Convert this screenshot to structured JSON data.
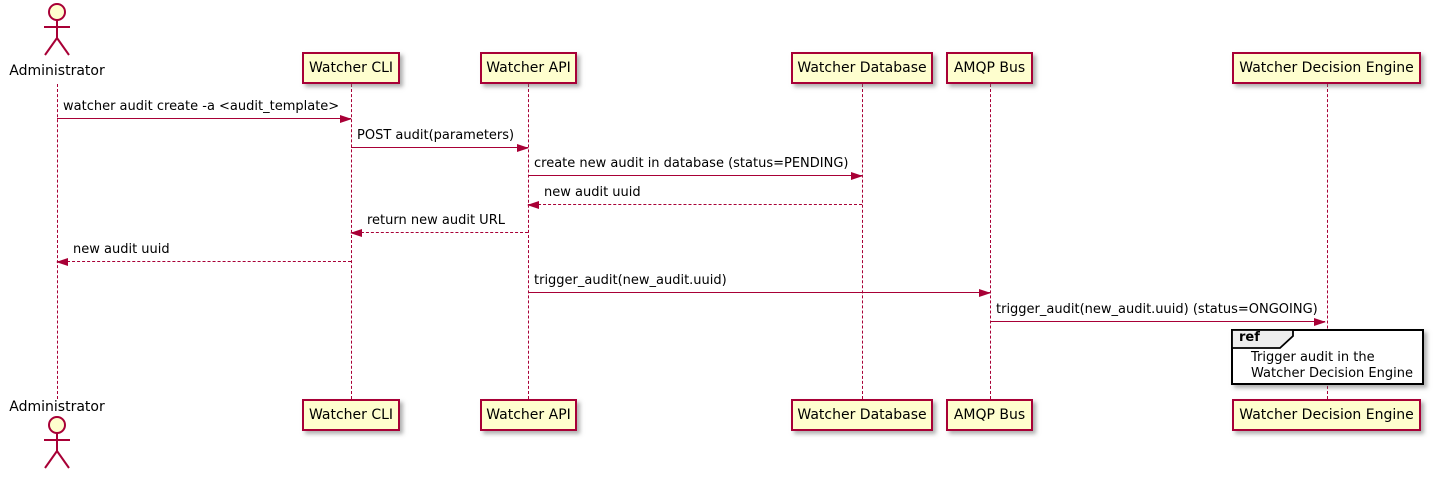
{
  "diagram": {
    "type": "sequence",
    "colors": {
      "participant_fill": "#FEFECE",
      "participant_border": "#A80036",
      "line_color": "#A80036",
      "text_color": "#000000",
      "ref_fill": "#FFFFFF",
      "ref_header_fill": "#EEEEEE",
      "ref_border": "#000000"
    },
    "actor": {
      "name": "Administrator"
    },
    "participants": [
      {
        "name": "Watcher CLI"
      },
      {
        "name": "Watcher API"
      },
      {
        "name": "Watcher Database"
      },
      {
        "name": "AMQP Bus"
      },
      {
        "name": "Watcher Decision Engine"
      }
    ],
    "messages": [
      {
        "from": "Administrator",
        "to": "Watcher CLI",
        "label": "watcher audit create -a <audit_template>",
        "style": "solid"
      },
      {
        "from": "Watcher CLI",
        "to": "Watcher API",
        "label": "POST audit(parameters)",
        "style": "solid"
      },
      {
        "from": "Watcher API",
        "to": "Watcher Database",
        "label": "create new audit in database (status=PENDING)",
        "style": "solid"
      },
      {
        "from": "Watcher Database",
        "to": "Watcher API",
        "label": "new audit uuid",
        "style": "dashed"
      },
      {
        "from": "Watcher API",
        "to": "Watcher CLI",
        "label": "return new audit URL",
        "style": "dashed"
      },
      {
        "from": "Watcher CLI",
        "to": "Administrator",
        "label": "new audit uuid",
        "style": "dashed"
      },
      {
        "from": "Watcher API",
        "to": "AMQP Bus",
        "label": "trigger_audit(new_audit.uuid)",
        "style": "solid"
      },
      {
        "from": "AMQP Bus",
        "to": "Watcher Decision Engine",
        "label": "trigger_audit(new_audit.uuid) (status=ONGOING)",
        "style": "solid"
      }
    ],
    "ref": {
      "keyword": "ref",
      "lines": [
        "Trigger audit in the",
        "Watcher Decision Engine"
      ]
    }
  }
}
